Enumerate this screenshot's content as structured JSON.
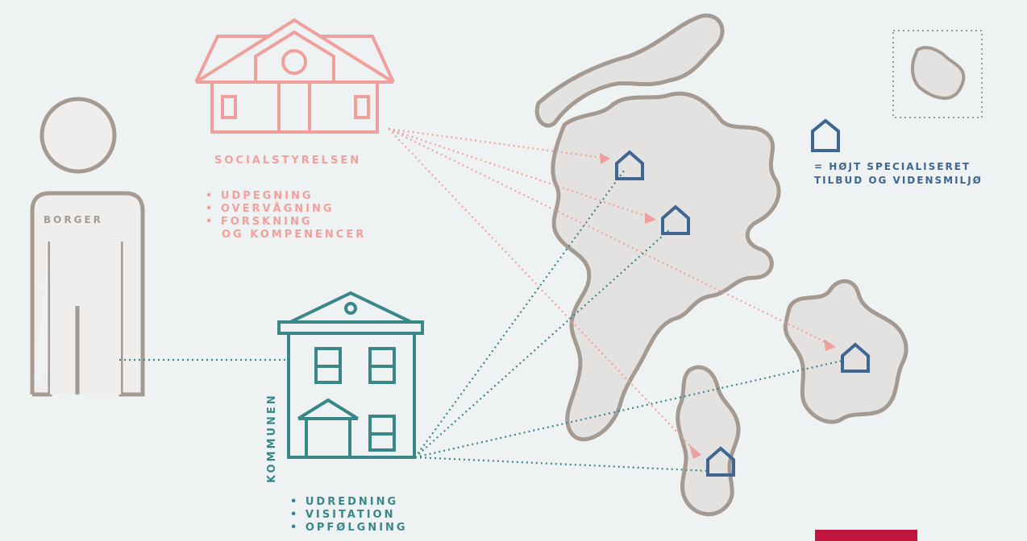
{
  "labels": {
    "borger": "BORGER",
    "socialstyrelsen": "SOCIALSTYRELSEN",
    "kommunen": "KOMMUNEN",
    "legend_symbol": "= HØJT SPECIALISERET",
    "legend_line2": "TILBUD OG VIDENSMILJØ"
  },
  "socialstyrelsen_tasks": [
    "UDPEGNING",
    "OVERVÅGNING",
    "FORSKNING",
    "OG KOMPENENCER"
  ],
  "kommunen_tasks": [
    "UDREDNING",
    "VISITATION",
    "OPFØLGNING"
  ],
  "colors": {
    "background": "#eef2f2",
    "socialstyrelsen": "#f0a09c",
    "kommunen": "#3a8789",
    "specialized_offer": "#3f6591",
    "person_and_map": "#a59a91",
    "map_fill": "#e4e2e1",
    "accent_bar": "#c2163f"
  },
  "icons": [
    "person-icon",
    "socialstyrelsen-building-icon",
    "kommunen-building-icon",
    "house-marker-icon",
    "denmark-map",
    "bornholm-inset"
  ]
}
